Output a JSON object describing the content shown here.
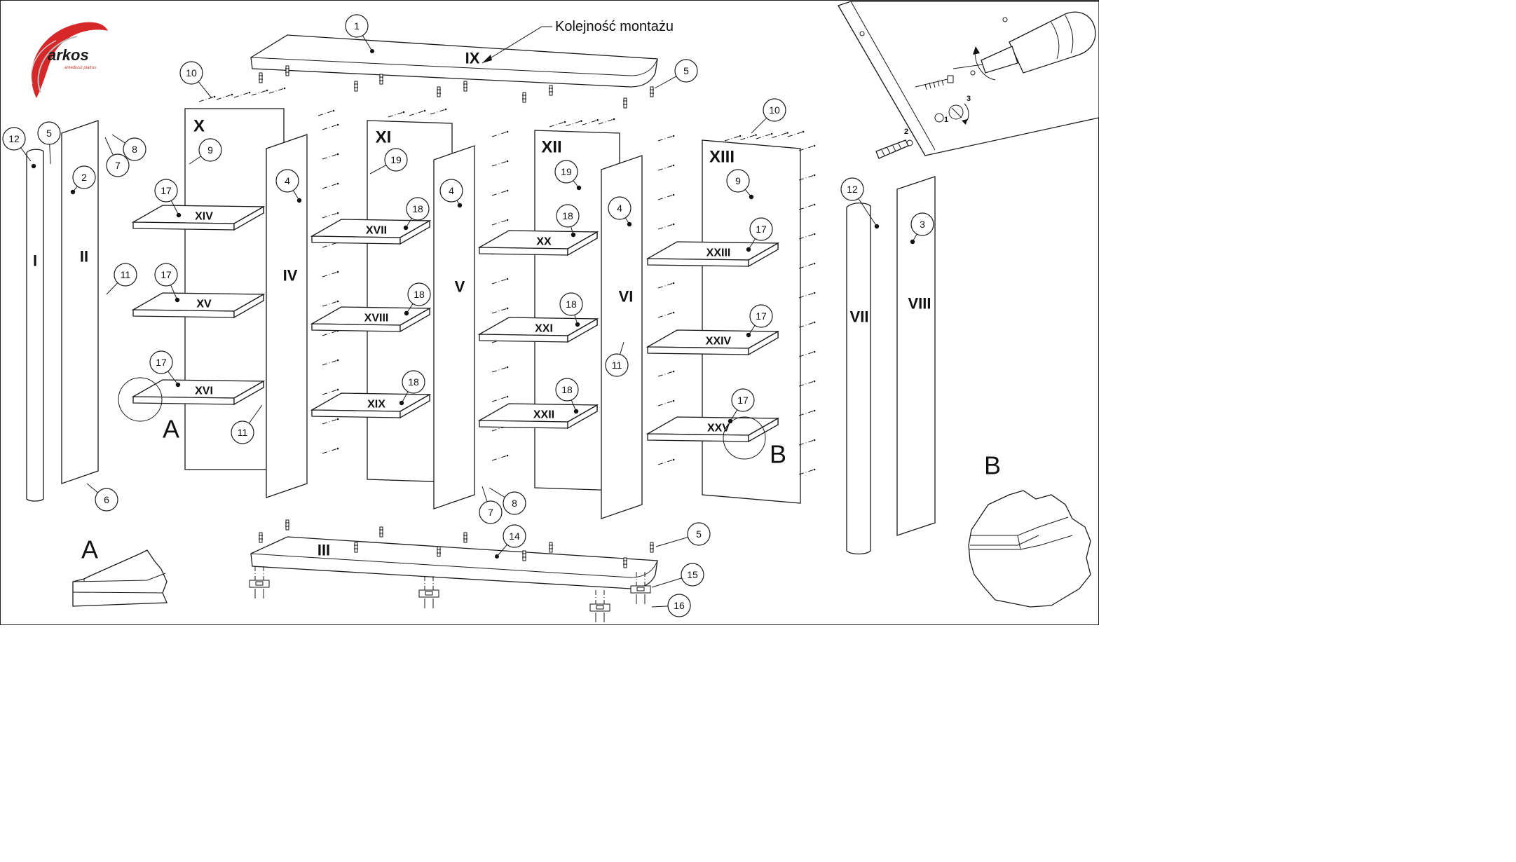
{
  "logo": {
    "name": "arkos",
    "tagline": "arkadiusz piatrus",
    "accent": "#d62828"
  },
  "note": "Kolejność montażu",
  "detail_letters": {
    "a": "A",
    "b": "B"
  },
  "colors": {
    "line": "#1a1a1a",
    "accent": "#d62828",
    "background": "#ffffff"
  },
  "parts": {
    "I": "I",
    "II": "II",
    "III": "III",
    "IV": "IV",
    "V": "V",
    "VI": "VI",
    "VII": "VII",
    "VIII": "VIII",
    "IX": "IX",
    "X": "X",
    "XI": "XI",
    "XII": "XII",
    "XIII": "XIII",
    "XIV": "XIV",
    "XV": "XV",
    "XVI": "XVI",
    "XVII": "XVII",
    "XVIII": "XVIII",
    "XIX": "XIX",
    "XX": "XX",
    "XXI": "XXI",
    "XXII": "XXII",
    "XXIII": "XXIII",
    "XXIV": "XXIV",
    "XXV": "XXV"
  },
  "callouts": {
    "c1": "1",
    "c2": "2",
    "c3": "3",
    "c4": "4",
    "c5": "5",
    "c6": "6",
    "c7": "7",
    "c8": "8",
    "c9": "9",
    "c10": "10",
    "c11": "11",
    "c12": "12",
    "c14": "14",
    "c15": "15",
    "c16": "16",
    "c17": "17",
    "c18": "18",
    "c19": "19"
  },
  "inset_steps": {
    "s1": "1",
    "s2": "2",
    "s3": "3"
  }
}
